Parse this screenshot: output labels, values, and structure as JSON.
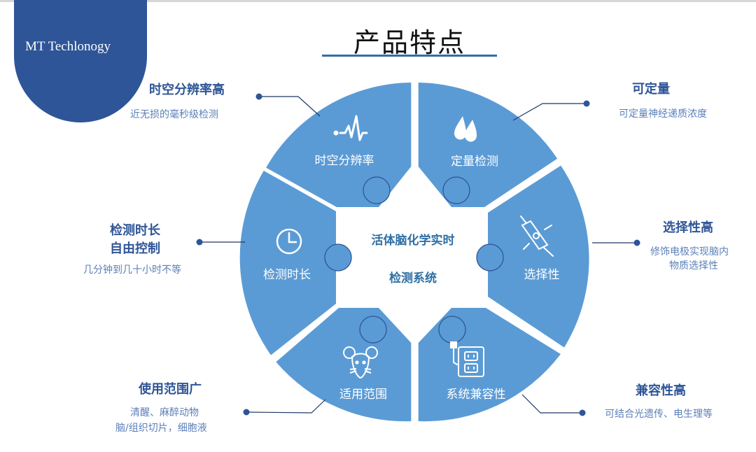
{
  "brand": {
    "label": "MT Techlonogy"
  },
  "page": {
    "title": "产品特点"
  },
  "center": {
    "line1": "活体脑化学实时",
    "line2": "检测系统"
  },
  "segments": {
    "temporal": {
      "label": "时空分辨率",
      "icon": "waveform-icon"
    },
    "quant": {
      "label": "定量检测",
      "icon": "droplets-icon"
    },
    "selective": {
      "label": "选择性",
      "icon": "electrode-icon"
    },
    "compatible": {
      "label": "系统兼容性",
      "icon": "power-outlet-icon"
    },
    "scope": {
      "label": "适用范围",
      "icon": "mouse-icon"
    },
    "duration": {
      "label": "检测时长",
      "icon": "clock-icon"
    }
  },
  "features": {
    "temporal": {
      "title": "时空分辨率高",
      "desc": [
        "近无损的毫秒级检测"
      ]
    },
    "quant": {
      "title": "可定量",
      "desc": [
        "可定量神经递质浓度"
      ]
    },
    "selective": {
      "title": "选择性高",
      "desc": [
        "修饰电极实现脑内",
        "物质选择性"
      ]
    },
    "compatible": {
      "title": "兼容性高",
      "desc": [
        "可结合光遗传、电生理等"
      ]
    },
    "scope": {
      "title": "使用范围广",
      "desc": [
        "清醒、麻醉动物",
        "脑/组织切片，细胞液"
      ]
    },
    "duration": {
      "title_lines": [
        "检测时长",
        "自由控制"
      ],
      "desc": [
        "几分钟到几十小时不等"
      ]
    }
  },
  "colors": {
    "segment": "#5b9bd5",
    "badge": "#2e5597",
    "accent": "#2f6fa4",
    "title_text": "#2f5597",
    "desc_text": "#5b7fb8"
  }
}
